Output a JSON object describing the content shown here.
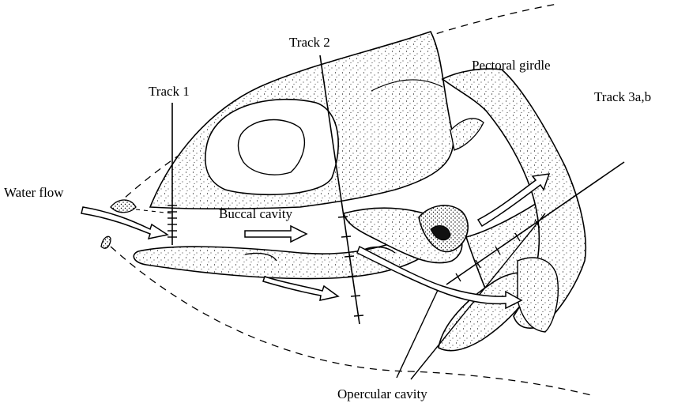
{
  "labels": {
    "track1": "Track 1",
    "track2": "Track 2",
    "track3": "Track 3a,b",
    "pectoral_girdle": "Pectoral girdle",
    "water_flow": "Water flow",
    "buccal_cavity": "Buccal cavity",
    "opercular_cavity": "Opercular cavity"
  },
  "colors": {
    "ink": "#000000",
    "paper": "#ffffff",
    "stipple": "#000000"
  }
}
